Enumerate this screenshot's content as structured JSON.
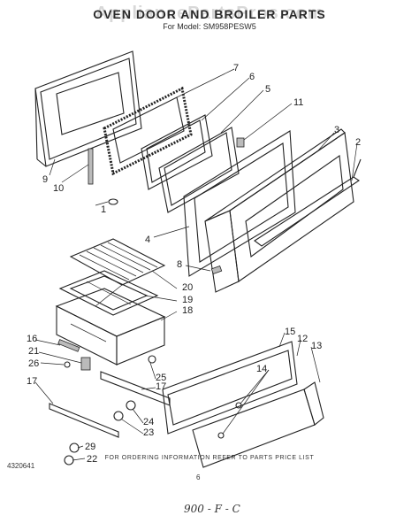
{
  "watermark": "AppliancePartsPros.com",
  "title": "OVEN DOOR AND BROILER PARTS",
  "subtitle": "For Model: SM958PESW5",
  "footer_note": "FOR ORDERING INFORMATION REFER TO PARTS PRICE LIST",
  "doc_number": "4320641",
  "page_number": "6",
  "handwritten_note": "900 - F - C",
  "callouts": [
    {
      "id": "c1",
      "label": "1"
    },
    {
      "id": "c2",
      "label": "2"
    },
    {
      "id": "c3",
      "label": "3"
    },
    {
      "id": "c4",
      "label": "4"
    },
    {
      "id": "c5",
      "label": "5"
    },
    {
      "id": "c6",
      "label": "6"
    },
    {
      "id": "c7",
      "label": "7"
    },
    {
      "id": "c8",
      "label": "8"
    },
    {
      "id": "c9",
      "label": "9"
    },
    {
      "id": "c10",
      "label": "10"
    },
    {
      "id": "c11",
      "label": "11"
    },
    {
      "id": "c12",
      "label": "12"
    },
    {
      "id": "c13",
      "label": "13"
    },
    {
      "id": "c14",
      "label": "14"
    },
    {
      "id": "c15",
      "label": "15"
    },
    {
      "id": "c16",
      "label": "16"
    },
    {
      "id": "c17a",
      "label": "17"
    },
    {
      "id": "c17b",
      "label": "17"
    },
    {
      "id": "c18",
      "label": "18"
    },
    {
      "id": "c19",
      "label": "19"
    },
    {
      "id": "c20",
      "label": "20"
    },
    {
      "id": "c21",
      "label": "21"
    },
    {
      "id": "c22",
      "label": "22"
    },
    {
      "id": "c23",
      "label": "23"
    },
    {
      "id": "c24",
      "label": "24"
    },
    {
      "id": "c25",
      "label": "25"
    },
    {
      "id": "c26",
      "label": "26"
    },
    {
      "id": "c29",
      "label": "29"
    }
  ]
}
